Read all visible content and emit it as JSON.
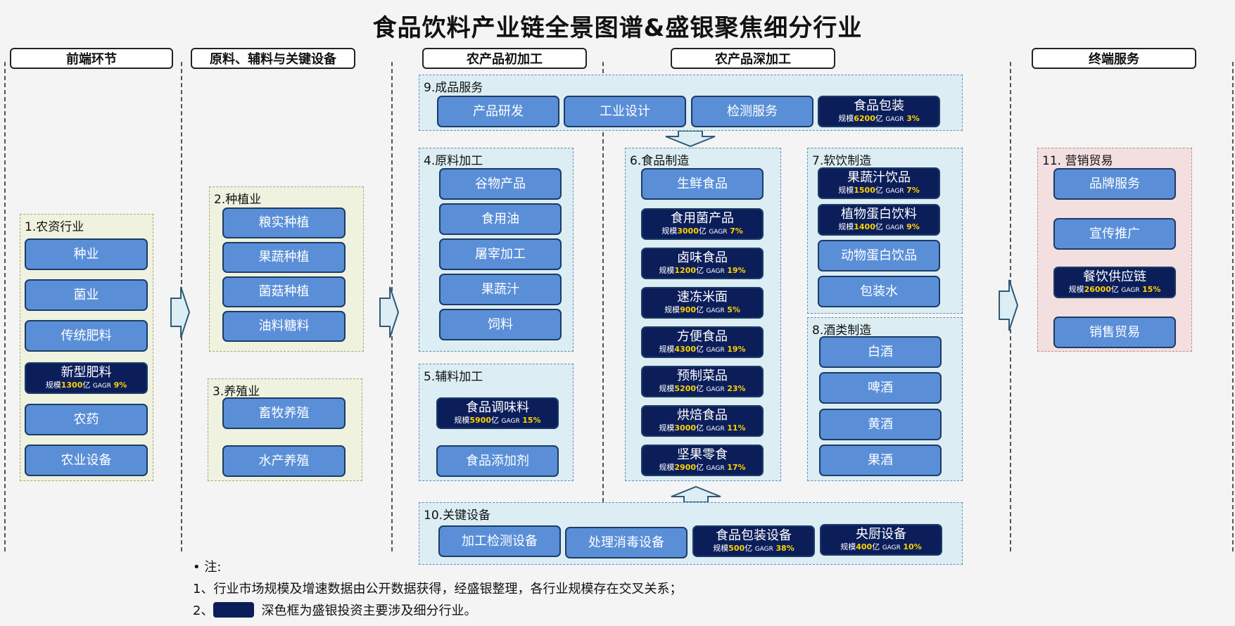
{
  "title": "食品饮料产业链全景图谱&盛银聚焦细分行业",
  "stages": [
    "前端环节",
    "原料、辅料与关键设备",
    "农产品初加工",
    "农产品深加工",
    "终端服务"
  ],
  "scale_prefix": "规模",
  "scale_unit": "亿",
  "gagr_label": "GAGR",
  "sections": {
    "s1": {
      "title": "1.农资行业",
      "items": [
        "种业",
        "菌业",
        "传统肥料",
        "新型肥料",
        "农药",
        "农业设备"
      ]
    },
    "s2": {
      "title": "2.种植业",
      "items": [
        "粮实种植",
        "果蔬种植",
        "菌菇种植",
        "油料糖料"
      ]
    },
    "s3": {
      "title": "3.养殖业",
      "items": [
        "畜牧养殖",
        "水产养殖"
      ]
    },
    "s4": {
      "title": "4.原料加工",
      "items": [
        "谷物产品",
        "食用油",
        "屠宰加工",
        "果蔬汁",
        "饲料"
      ]
    },
    "s5": {
      "title": "5.辅料加工",
      "items": [
        "食品调味料",
        "食品添加剂"
      ]
    },
    "s6": {
      "title": "6.食品制造",
      "items": [
        "生鲜食品",
        "食用菌产品",
        "卤味食品",
        "速冻米面",
        "方便食品",
        "预制菜品",
        "烘焙食品",
        "坚果零食"
      ]
    },
    "s7": {
      "title": "7.软饮制造",
      "items": [
        "果蔬汁饮品",
        "植物蛋白饮料",
        "动物蛋白饮品",
        "包装水"
      ]
    },
    "s8": {
      "title": "8.酒类制造",
      "items": [
        "白酒",
        "啤酒",
        "黄酒",
        "果酒"
      ]
    },
    "s9": {
      "title": "9.成品服务",
      "items": [
        "产品研发",
        "工业设计",
        "检测服务",
        "食品包装"
      ]
    },
    "s10": {
      "title": "10.关键设备",
      "items": [
        "加工检测设备",
        "处理消毒设备",
        "食品包装设备",
        "央厨设备"
      ]
    },
    "s11": {
      "title": "11. 营销贸易",
      "items": [
        "品牌服务",
        "宣传推广",
        "餐饮供应链",
        "销售贸易"
      ]
    }
  },
  "stats": {
    "xingxing_feiliao": {
      "scale": "1300",
      "gagr": "9%"
    },
    "shipin_baozhuang": {
      "scale": "6200",
      "gagr": "3%"
    },
    "tiaoweiliao": {
      "scale": "5900",
      "gagr": "15%"
    },
    "shiyongjun": {
      "scale": "3000",
      "gagr": "7%"
    },
    "luwei": {
      "scale": "1200",
      "gagr": "19%"
    },
    "sudong": {
      "scale": "900",
      "gagr": "5%"
    },
    "fangbian": {
      "scale": "4300",
      "gagr": "19%"
    },
    "yuzhicai": {
      "scale": "5200",
      "gagr": "23%"
    },
    "hongbei": {
      "scale": "3000",
      "gagr": "11%"
    },
    "jianguo": {
      "scale": "2900",
      "gagr": "17%"
    },
    "guoshuzhi_yinpin": {
      "scale": "1500",
      "gagr": "7%"
    },
    "zhiwu_danbai": {
      "scale": "1400",
      "gagr": "9%"
    },
    "baozhuang_shebei": {
      "scale": "500",
      "gagr": "38%"
    },
    "yangchu": {
      "scale": "400",
      "gagr": "10%"
    },
    "canyin": {
      "scale": "26000",
      "gagr": "15%"
    }
  },
  "notes": {
    "head": "注:",
    "line1": "1、行业市场规模及增速数据由公开数据获得，经盛银整理，各行业规模存在交叉关系；",
    "line2_prefix": "2、",
    "line2_text": "深色框为盛银投资主要涉及细分行业。"
  },
  "colors": {
    "dark_box": "#0c1e5a",
    "light_box": "#5a8fd8",
    "highlight": "#ffd200"
  }
}
